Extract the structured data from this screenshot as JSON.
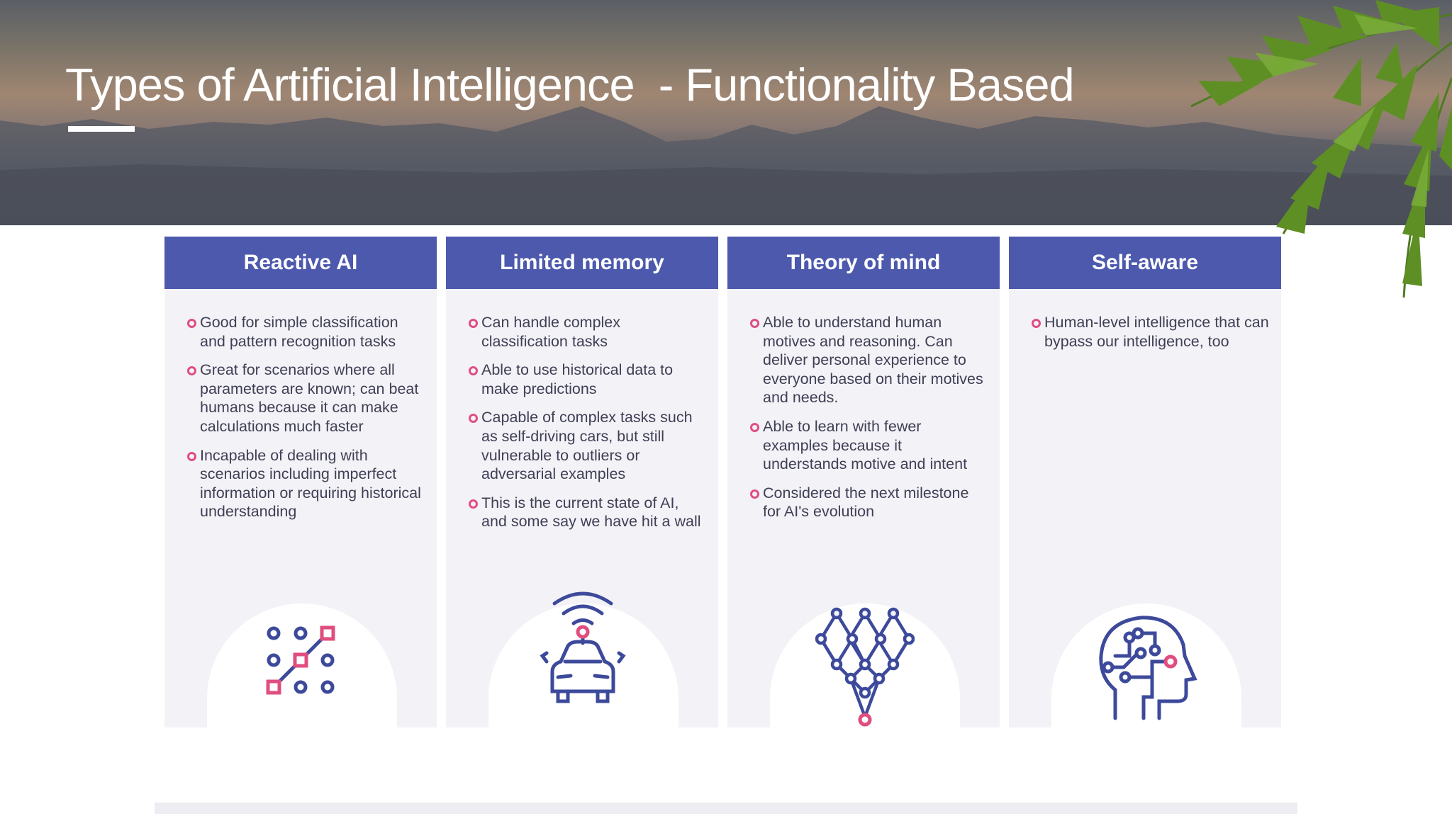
{
  "slide": {
    "title": "Types of Artificial Intelligence  - Functionality Based"
  },
  "colors": {
    "header_blue": "#4c59ad",
    "bullet_pink": "#e04e80",
    "icon_navy": "#3d4a9b",
    "card_bg": "#f3f2f7"
  },
  "columns": [
    {
      "heading": "Reactive AI",
      "icon": "pattern-grid-icon",
      "bullets": [
        "Good for simple classification and pattern recognition tasks",
        "Great for scenarios where all parameters are known; can beat humans because it can make calculations much faster",
        "Incapable of dealing with scenarios including imperfect information or requiring historical understanding"
      ]
    },
    {
      "heading": "Limited memory",
      "icon": "self-driving-car-icon",
      "bullets": [
        "Can handle complex classification tasks",
        "Able to use historical data to make predictions",
        "Capable of complex tasks such as self-driving cars, but still vulnerable to outliers or adversarial examples",
        "This is the current state of AI, and some say we have hit a wall"
      ]
    },
    {
      "heading": "Theory of mind",
      "icon": "neural-network-icon",
      "bullets": [
        "Able to understand human motives and reasoning. Can deliver personal experience to everyone based on their motives and needs.",
        "Able to learn with fewer examples because it understands motive and intent",
        "Considered the next milestone for AI's evolution"
      ]
    },
    {
      "heading": "Self-aware",
      "icon": "circuit-head-icon",
      "bullets": [
        "Human-level intelligence that can bypass our intelligence, too"
      ]
    }
  ]
}
